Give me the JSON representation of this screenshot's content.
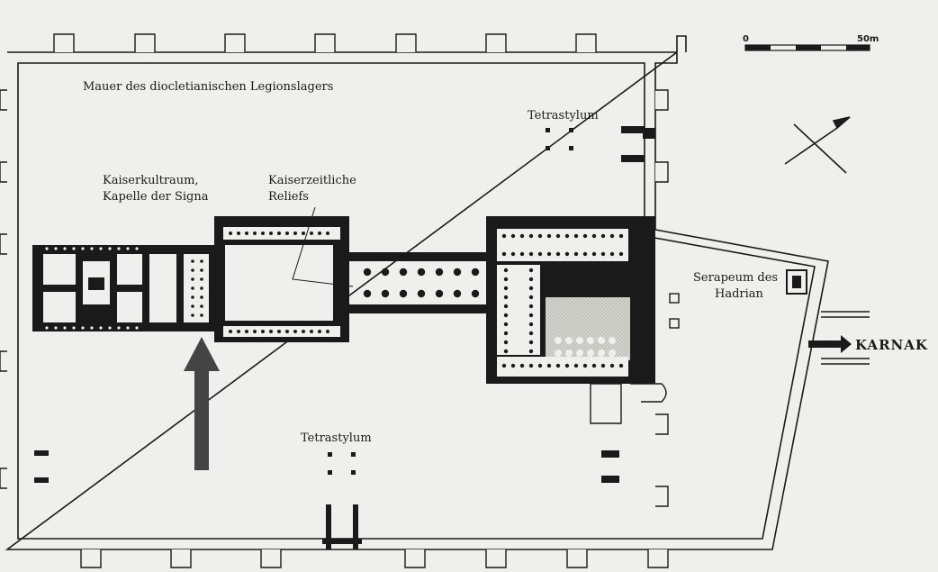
{
  "labels": {
    "camp_wall": "Mauer des diocletianischen Legionslagers",
    "tetrastylum_north": "Tetrastylum",
    "tetrastylum_south": "Tetrastylum",
    "cult_room_line1": "Kaiserkultraum,",
    "cult_room_line2": "Kapelle der Signa",
    "reliefs_line1": "Kaiserzeitliche",
    "reliefs_line2": "Reliefs",
    "serapeum_line1": "Serapeum des",
    "serapeum_line2": "Hadrian",
    "karnak": "KARNAK"
  },
  "scale_bar": {
    "start_label": "0",
    "end_label": "50m"
  },
  "icons": [
    "north-arrow-icon",
    "pointer-arrow-icon",
    "direction-arrow-icon"
  ],
  "colors": {
    "paper": "#efefed",
    "ink": "#1a1a1a",
    "arrow": "#444444",
    "hatch": "#d2d2cc"
  }
}
